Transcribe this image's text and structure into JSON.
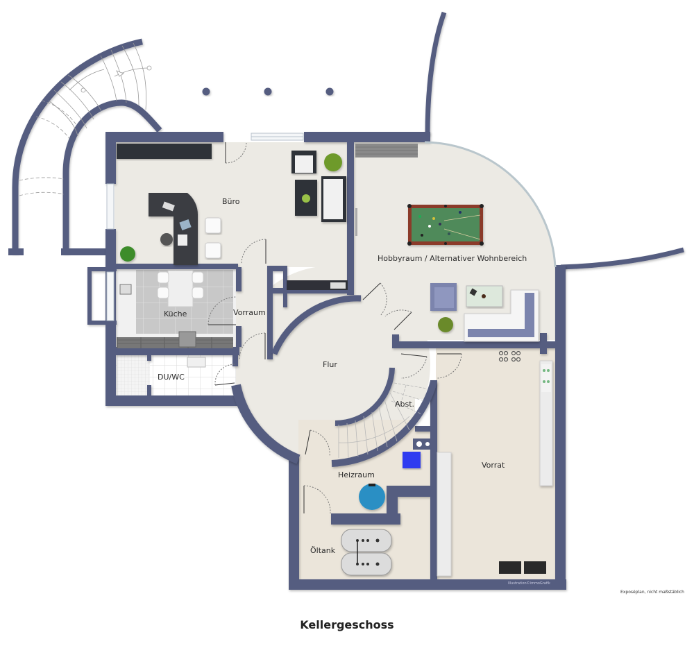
{
  "plan": {
    "title": "Kellergeschoss",
    "disclaimer": "Exposéplan, nicht maßstäblich",
    "credit": "Illustration©immoGrafik",
    "colors": {
      "wall": "#555d80",
      "floor": "#eceae4",
      "floor_warm": "#ebe5da",
      "kitchen_tile": "#c9c9c9",
      "bath_tile": "#ffffff",
      "billiard_felt": "#4f8a5a",
      "billiard_rail": "#8b3a2a",
      "sofa_accent": "#7b84ad",
      "boiler_blue": "#2f3bf0",
      "tank_blue": "#2a8fc4",
      "furniture_dark": "#2f3138"
    },
    "rooms": [
      {
        "id": "buero",
        "label": "Büro"
      },
      {
        "id": "hobbyraum",
        "label": "Hobbyraum / Alternativer Wohnbereich"
      },
      {
        "id": "kueche",
        "label": "Küche"
      },
      {
        "id": "vorraum",
        "label": "Vorraum"
      },
      {
        "id": "du_wc",
        "label": "DU/WC"
      },
      {
        "id": "flur",
        "label": "Flur"
      },
      {
        "id": "abst",
        "label": "Abst."
      },
      {
        "id": "heizraum",
        "label": "Heizraum"
      },
      {
        "id": "vorrat",
        "label": "Vorrat"
      },
      {
        "id": "oeltank",
        "label": "Öltank"
      }
    ]
  }
}
